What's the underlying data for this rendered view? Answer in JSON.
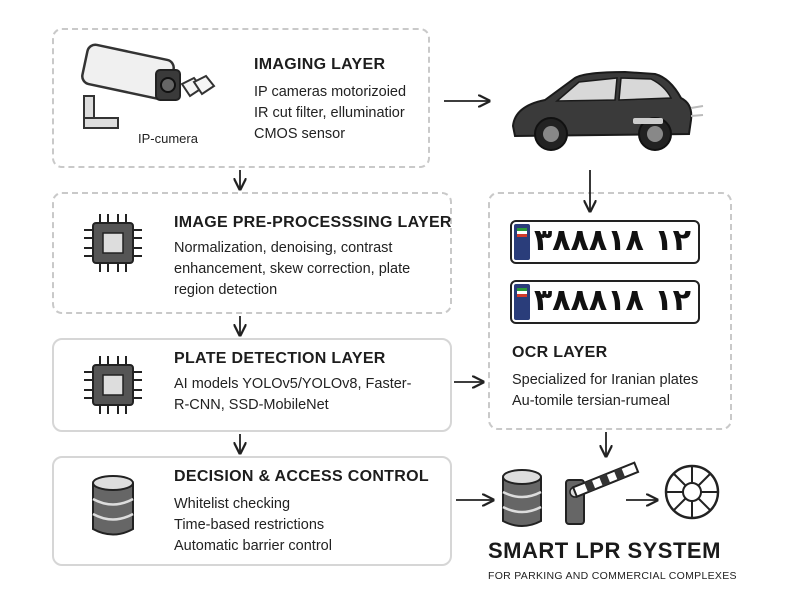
{
  "imaging": {
    "title": "IMAGING LAYER",
    "lines": [
      "IP cameras  motorizoied",
      "IR cut filter, elluminatior",
      "CMOS sensor"
    ],
    "camera_label": "IP-cumera"
  },
  "preprocessing": {
    "title": "IMAGE PRE-PROCESSSING LAYER",
    "lines": [
      "Normalization, denoising, contrast",
      "enhancement, skew correction,  plate",
      "region detection"
    ]
  },
  "plate_detection": {
    "title": "PLATE DETECTION LAYER",
    "lines": [
      "AI models YOLOv5/YOLOv8, Faster-",
      "R-CNN, SSD-MobileNet"
    ]
  },
  "decision": {
    "title": "DECISION & ACCESS CONTROL",
    "lines": [
      "Whitelist checking",
      "Time-based restrictions",
      "Automatic barrier control"
    ]
  },
  "ocr": {
    "title": "OCR LAYER",
    "lines": [
      "Specialized for Iranian plates",
      "Au-tomile tersian-rumeal"
    ],
    "plates": [
      "١٢ ٣٨٨٨١٨",
      "١٢ ٣٨٨٨١٨"
    ]
  },
  "system": {
    "title": "SMART LPR SYSTEM",
    "subtitle": "FOR PARKING AND COMMERCIAL COMPLEXES"
  },
  "icons": {
    "camera": "cctv-camera-icon",
    "car": "car-icon",
    "chip": "processor-chip-icon",
    "database": "database-icon",
    "barrier": "barrier-gate-icon",
    "network": "network-hub-icon"
  },
  "colors": {
    "border": "#c9c9c9",
    "stroke": "#333333",
    "plate_strip": "#2a3d7a"
  }
}
